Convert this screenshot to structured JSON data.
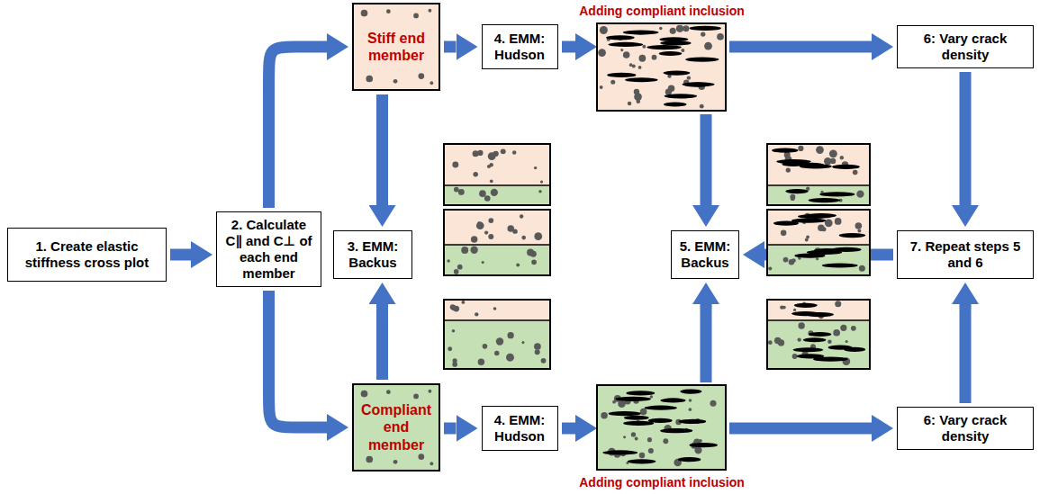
{
  "diagram": {
    "nodes": [
      {
        "text": [
          "1. Create elastic stiffness cross plot"
        ]
      },
      {
        "text": [
          "2. Calculate C∥ and C⊥ of each end member"
        ]
      },
      {
        "text": [
          "Stiff end member"
        ]
      },
      {
        "text": [
          "Compliant end member"
        ]
      },
      {
        "text": [
          "3. EMM: Backus"
        ]
      },
      {
        "text": [
          "4. EMM: Hudson"
        ]
      },
      {
        "text": [
          "4. EMM: Hudson"
        ]
      },
      {
        "text": [
          "5. EMM: Backus"
        ]
      },
      {
        "text": [
          "6: Vary crack density"
        ]
      },
      {
        "text": [
          "6: Vary crack density"
        ]
      },
      {
        "text": [
          "7. Repeat steps 5 and 6"
        ]
      }
    ],
    "edges": [
      {
        "from": 0,
        "to": 1,
        "arrow": "to"
      },
      {
        "from": 1,
        "to": 2,
        "arrow": "to"
      },
      {
        "from": 1,
        "to": 3,
        "arrow": "to"
      },
      {
        "from": 2,
        "to": 4,
        "arrow": "to"
      },
      {
        "from": 3,
        "to": 4,
        "arrow": "to"
      },
      {
        "from": 2,
        "to": 5,
        "arrow": "to"
      },
      {
        "from": 3,
        "to": 6,
        "arrow": "to"
      },
      {
        "from": 8,
        "to": 10,
        "arrow": "to"
      },
      {
        "from": 9,
        "to": 10,
        "arrow": "to"
      },
      {
        "from": 10,
        "to": 7,
        "arrow": "to"
      }
    ],
    "labels": [
      "Adding compliant inclusion",
      "Adding compliant inclusion"
    ]
  }
}
